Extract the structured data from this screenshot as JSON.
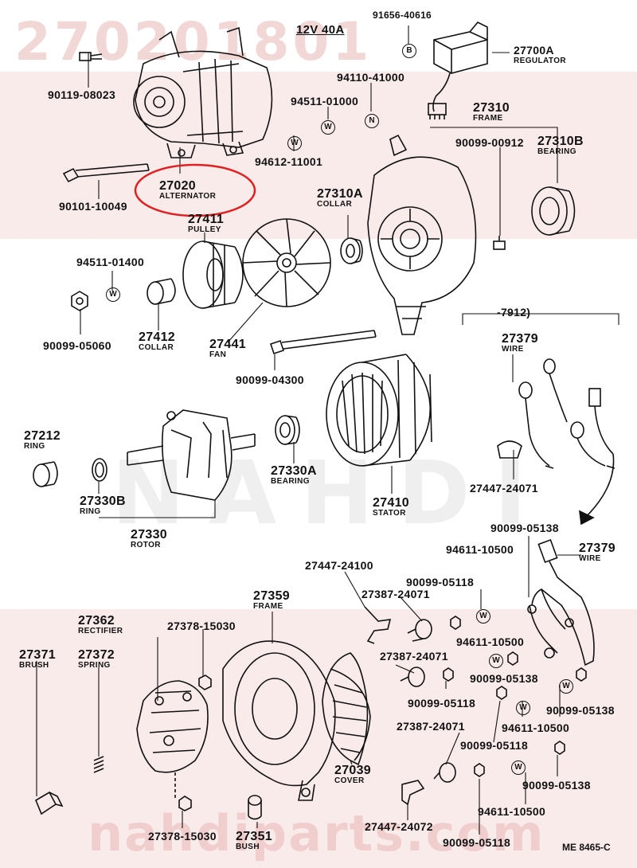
{
  "watermark": {
    "part_number": "270201801",
    "brand": "NAHDI",
    "site": "nahdiparts.com"
  },
  "header": {
    "spec": "12V 40A"
  },
  "footer": {
    "ref": "ME 8465-C"
  },
  "colors": {
    "highlight": "#e02020",
    "watermark": "#e8b4b4",
    "ink": "#111111"
  },
  "callouts": [
    {
      "number": "91656-40616"
    },
    {
      "number": "27700A",
      "name": "REGULATOR"
    },
    {
      "number": "90119-08023"
    },
    {
      "number": "94110-41000"
    },
    {
      "number": "94511-01000"
    },
    {
      "number": "27310",
      "name": "FRAME"
    },
    {
      "number": "90099-00912"
    },
    {
      "number": "27310B",
      "name": "BEARING"
    },
    {
      "number": "94612-11001"
    },
    {
      "number": "27020",
      "name": "ALTERNATOR"
    },
    {
      "number": "90101-10049"
    },
    {
      "number": "27310A",
      "name": "COLLAR"
    },
    {
      "number": "27411",
      "name": "PULLEY"
    },
    {
      "number": "94511-01400"
    },
    {
      "number": "27412",
      "name": "COLLAR"
    },
    {
      "number": "90099-05060"
    },
    {
      "number": "27441",
      "name": "FAN"
    },
    {
      "number": "90099-04300"
    },
    {
      "number": "-7912)"
    },
    {
      "number": "27379",
      "name": "WIRE"
    },
    {
      "number": "27212",
      "name": "RING"
    },
    {
      "number": "27330A",
      "name": "BEARING"
    },
    {
      "number": "27447-24071"
    },
    {
      "number": "27330B",
      "name": "RING"
    },
    {
      "number": "27410",
      "name": "STATOR"
    },
    {
      "number": "27330",
      "name": "ROTOR"
    },
    {
      "number": "90099-05138"
    },
    {
      "number": "94611-10500"
    },
    {
      "number": "27379",
      "name": "WIRE"
    },
    {
      "number": "27447-24100"
    },
    {
      "number": "90099-05118"
    },
    {
      "number": "27387-24071"
    },
    {
      "number": "27359",
      "name": "FRAME"
    },
    {
      "number": "27362",
      "name": "RECTIFIER"
    },
    {
      "number": "27378-15030"
    },
    {
      "number": "94611-10500"
    },
    {
      "number": "27371",
      "name": "BRUSH"
    },
    {
      "number": "27372",
      "name": "SPRING"
    },
    {
      "number": "27387-24071"
    },
    {
      "number": "90099-05138"
    },
    {
      "number": "90099-05118"
    },
    {
      "number": "90099-05138"
    },
    {
      "number": "27387-24071"
    },
    {
      "number": "94611-10500"
    },
    {
      "number": "90099-05118"
    },
    {
      "number": "27039",
      "name": "COVER"
    },
    {
      "number": "90099-05138"
    },
    {
      "number": "94611-10500"
    },
    {
      "number": "27447-24072"
    },
    {
      "number": "27378-15030"
    },
    {
      "number": "27351",
      "name": "BUSH"
    },
    {
      "number": "90099-05118"
    }
  ],
  "symbols": [
    {
      "letter": "B"
    },
    {
      "letter": "N"
    },
    {
      "letter": "W"
    },
    {
      "letter": "W"
    },
    {
      "letter": "W"
    },
    {
      "letter": "W"
    },
    {
      "letter": "W"
    },
    {
      "letter": "W"
    },
    {
      "letter": "W"
    },
    {
      "letter": "W"
    }
  ]
}
